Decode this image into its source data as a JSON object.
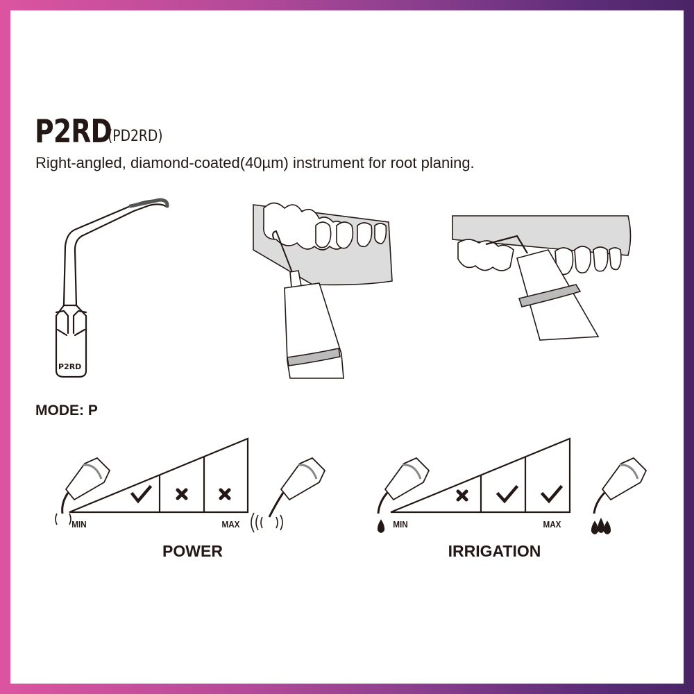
{
  "frame": {
    "gradient_left": "#dc54a0",
    "gradient_right": "#4a2466",
    "background": "#ffffff"
  },
  "title": {
    "model": "P2RD",
    "alt_model": "(PD2RD)"
  },
  "description": "Right-angled, diamond-coated(40µm) instrument for root planing.",
  "illustrations": [
    {
      "name": "tip-drawing",
      "engraving": "P2RD"
    },
    {
      "name": "usage-lower-jaw"
    },
    {
      "name": "usage-upper-jaw"
    }
  ],
  "mode_label": "MODE: P",
  "power": {
    "caption": "POWER",
    "min_label": "MIN",
    "max_label": "MAX",
    "levels": [
      {
        "level": 1,
        "status": "check-icon",
        "allowed": true
      },
      {
        "level": 2,
        "status": "x-icon",
        "allowed": false
      },
      {
        "level": 3,
        "status": "x-icon",
        "allowed": false
      }
    ]
  },
  "irrigation": {
    "caption": "IRRIGATION",
    "min_label": "MIN",
    "max_label": "MAX",
    "levels": [
      {
        "level": 1,
        "status": "x-icon",
        "allowed": false
      },
      {
        "level": 2,
        "status": "check-icon",
        "allowed": true
      },
      {
        "level": 3,
        "status": "check-icon",
        "allowed": true
      }
    ]
  }
}
